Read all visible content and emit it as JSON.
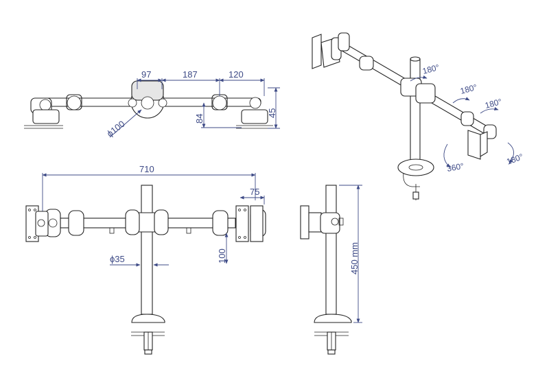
{
  "dimensions": {
    "top_view": {
      "d1": "97",
      "d2": "187",
      "d3": "120",
      "height_small": "45",
      "offset": "84",
      "diameter": "ϕ100"
    },
    "front_view": {
      "width": "710",
      "plate": "75",
      "drop": "100",
      "pole_diameter": "ϕ35"
    },
    "side_view": {
      "height": "450 mm"
    },
    "rotations": {
      "r1": "180°",
      "r2": "180°",
      "r3": "180°",
      "r4": "360°",
      "r5": "180°"
    }
  },
  "colors": {
    "dimension": "#3d4a86",
    "outline": "#222222"
  }
}
